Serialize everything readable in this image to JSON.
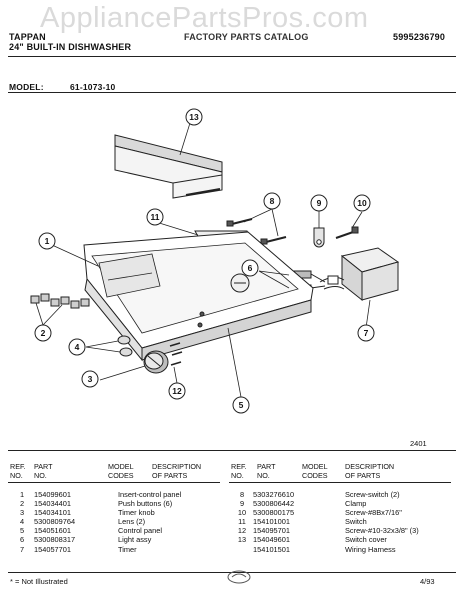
{
  "watermark": "AppliancePartsPros.com",
  "header": {
    "brand": "TAPPAN",
    "product": "24\" BUILT-IN DISHWASHER",
    "catalog_title": "FACTORY PARTS CATALOG",
    "catalog_number": "5995236790",
    "model_label": "MODEL:",
    "model_value": "61-1073-10"
  },
  "diagram": {
    "callouts": [
      "1",
      "2",
      "3",
      "4",
      "5",
      "6",
      "7",
      "8",
      "9",
      "10",
      "11",
      "12",
      "13"
    ],
    "figure_number": "2401"
  },
  "table": {
    "headers_left": {
      "ref": "REF.\nNO.",
      "part": "PART\nNO.",
      "model": "MODEL\nCODES",
      "desc": "DESCRIPTION\nOF PARTS"
    },
    "headers_right": {
      "ref": "REF.\nNO.",
      "part": "PART\nNO.",
      "model": "MODEL\nCODES",
      "desc": "DESCRIPTION\nOF PARTS"
    },
    "left_rows": [
      {
        "ref": "1",
        "part": "154099601",
        "desc": "Insert-control panel"
      },
      {
        "ref": "2",
        "part": "154034401",
        "desc": "Push buttons (6)"
      },
      {
        "ref": "3",
        "part": "154034101",
        "desc": "Timer knob"
      },
      {
        "ref": "4",
        "part": "5300809764",
        "desc": "Lens (2)"
      },
      {
        "ref": "5",
        "part": "154051601",
        "desc": "Control panel"
      },
      {
        "ref": "6",
        "part": "5300808317",
        "desc": "Light assy"
      },
      {
        "ref": "7",
        "part": "154057701",
        "desc": "Timer"
      }
    ],
    "right_rows": [
      {
        "ref": "8",
        "part": "5303276610",
        "desc": "Screw-switch (2)"
      },
      {
        "ref": "9",
        "part": "5300806442",
        "desc": "Clamp"
      },
      {
        "ref": "10",
        "part": "5300800175",
        "desc": "Screw-#8Bx7/16\""
      },
      {
        "ref": "11",
        "part": "154101001",
        "desc": "Switch"
      },
      {
        "ref": "12",
        "part": "154095701",
        "desc": "Screw-#10-32x3/8\" (3)"
      },
      {
        "ref": "13",
        "part": "154049601",
        "desc": "Switch cover"
      },
      {
        "ref": "",
        "part": "154101501",
        "desc": "Wiring Harness"
      }
    ]
  },
  "footer": {
    "note": "* = Not Illustrated",
    "date": "4/93"
  }
}
